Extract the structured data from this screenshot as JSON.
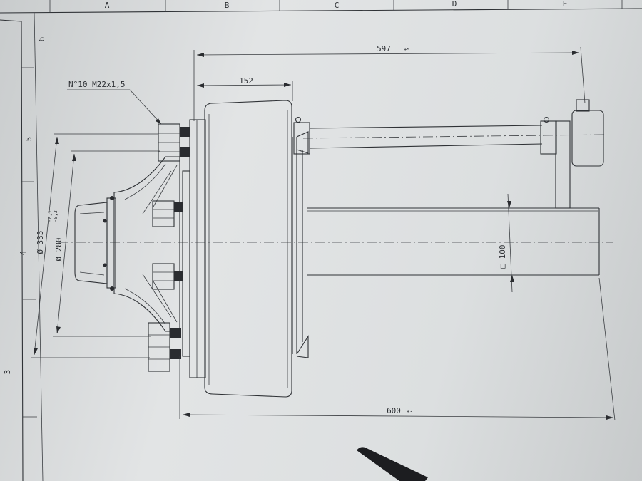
{
  "sheet": {
    "columns": [
      "A",
      "B",
      "C",
      "D",
      "E"
    ],
    "rows": [
      "6",
      "5",
      "4",
      "3"
    ]
  },
  "dimensions": {
    "bolt_callout": "N°10 M22x1,5",
    "overall_top": "597",
    "overall_top_tol": "±5",
    "hub_width": "152",
    "overall_bottom": "600",
    "overall_bottom_tol": "±3",
    "diameter_outer": "335",
    "diameter_inner": "280",
    "diameter_inner_tol_upper": "-0,1",
    "diameter_inner_tol_lower": "-0,3",
    "diameter_symbol": "Ø",
    "axle_square": "100",
    "square_symbol": "□"
  },
  "colors": {
    "paper": "#e2e4e5",
    "ink": "#2f3236",
    "pen": "#1c1d20"
  }
}
